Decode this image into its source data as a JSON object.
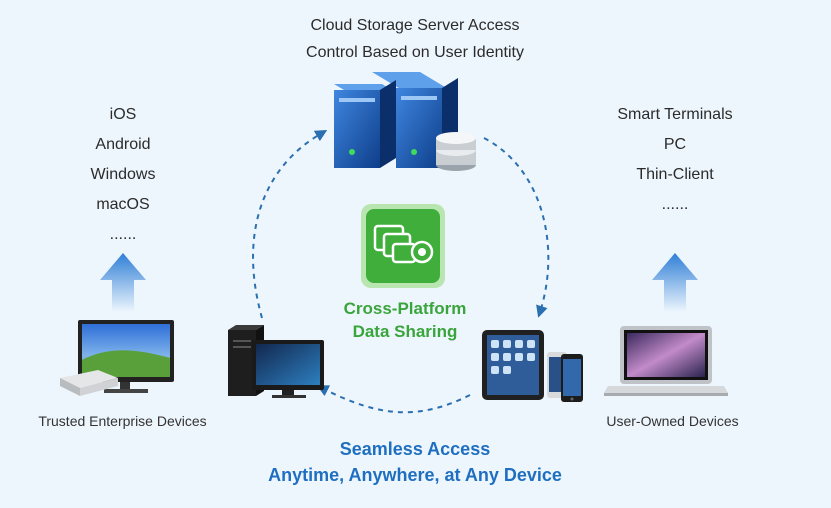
{
  "server": {
    "caption_line1": "Cloud Storage Server Access",
    "caption_line2": "Control Based on User Identity"
  },
  "left_platforms": [
    "iOS",
    "Android",
    "Windows",
    "macOS",
    "......"
  ],
  "right_platforms": [
    "Smart Terminals",
    "PC",
    "Thin-Client",
    "......"
  ],
  "left_devices_label": "Trusted Enterprise Devices",
  "right_devices_label": "User-Owned Devices",
  "center": {
    "line1": "Cross-Platform",
    "line2": "Data Sharing"
  },
  "bottom": {
    "line1": "Seamless Access",
    "line2": "Anytime, Anywhere, at Any Device"
  },
  "colors": {
    "accent_blue": "#1f6fc1",
    "accent_green": "#3aa53c",
    "background": "#eef6fd",
    "dash": "#2a6fb0"
  },
  "icons": [
    "server-rack-icon",
    "database-icon",
    "cross-platform-icon",
    "up-arrow-icon",
    "monitor-icon",
    "desktop-pc-icon",
    "tablet-phone-icon",
    "laptop-icon"
  ]
}
